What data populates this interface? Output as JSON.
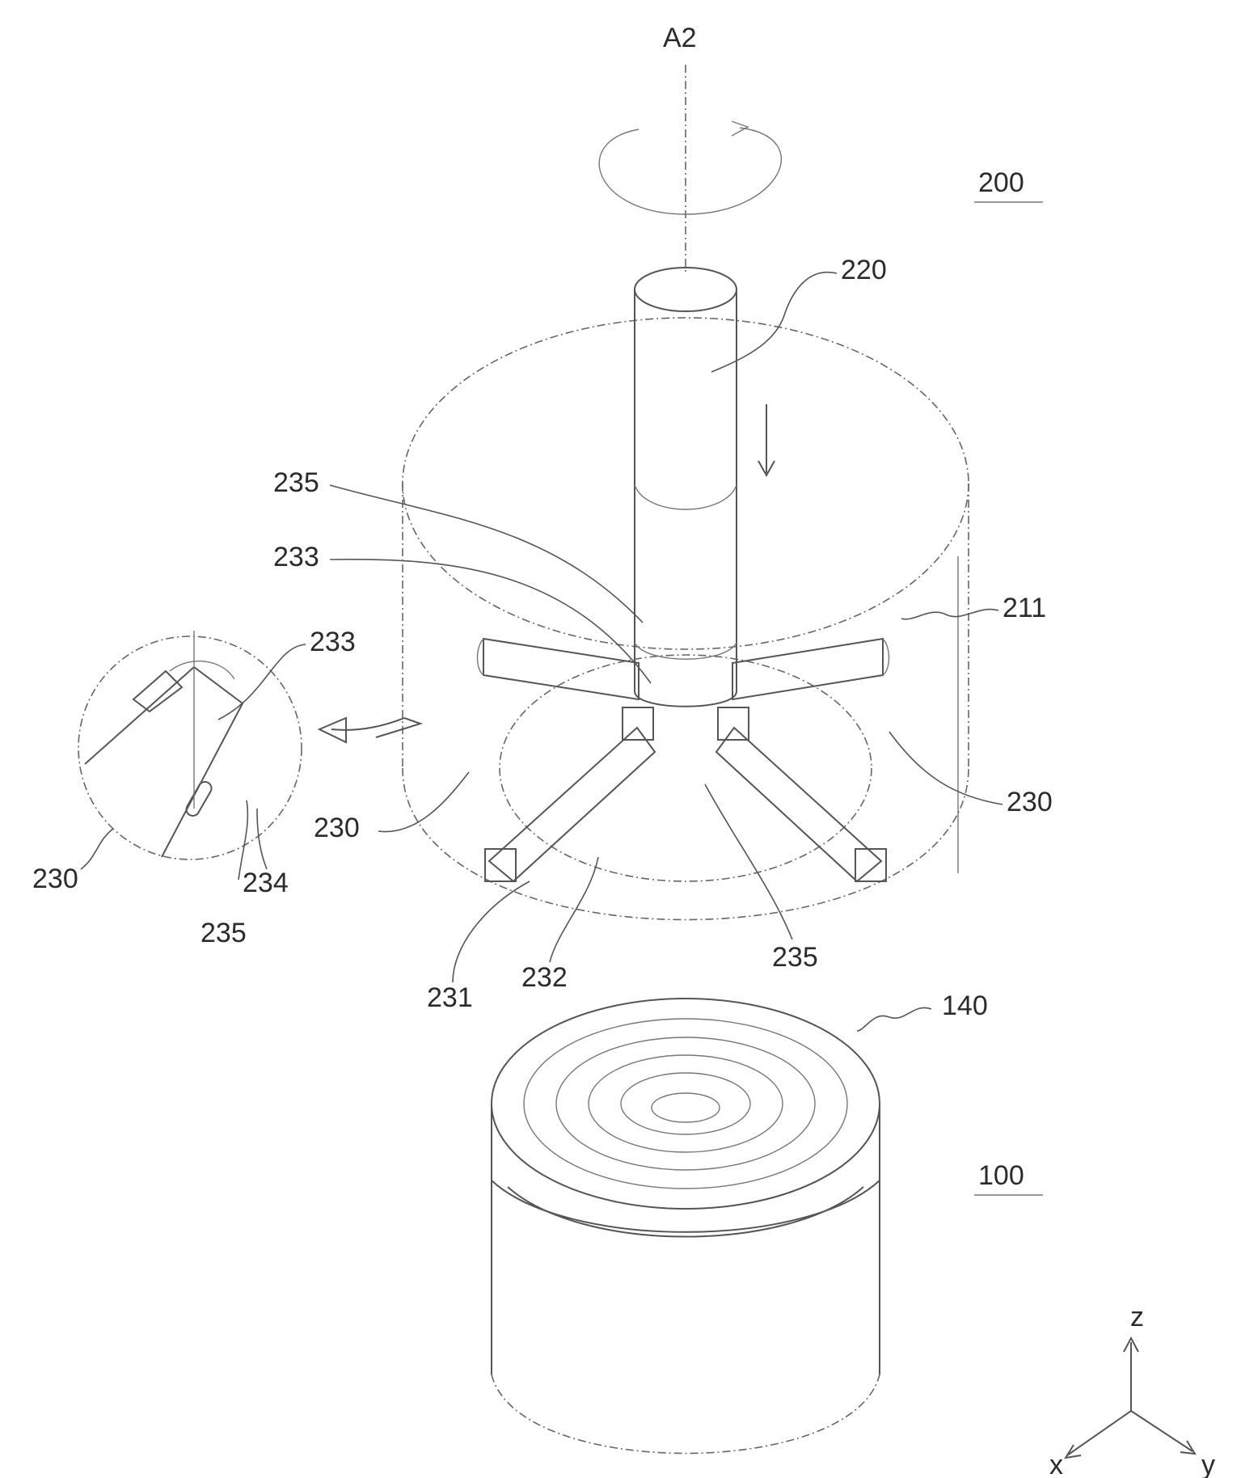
{
  "figure": {
    "axis_label": "A2",
    "assembly_labels": {
      "upper": "200",
      "lower": "100"
    },
    "part_labels": {
      "shaft": "220",
      "enclosure": "211",
      "arm_right": "230",
      "arm_left": "230",
      "detail_arm": "230",
      "pin_upper": "235",
      "pad_upper": "233",
      "detail_pad": "233",
      "detail_slot": "234",
      "detail_pin": "235",
      "pin_lower": "235",
      "arm_end": "231",
      "arm_face": "232",
      "core": "140"
    },
    "coordinate_axes": {
      "z": "z",
      "x": "x",
      "y": "y"
    }
  }
}
